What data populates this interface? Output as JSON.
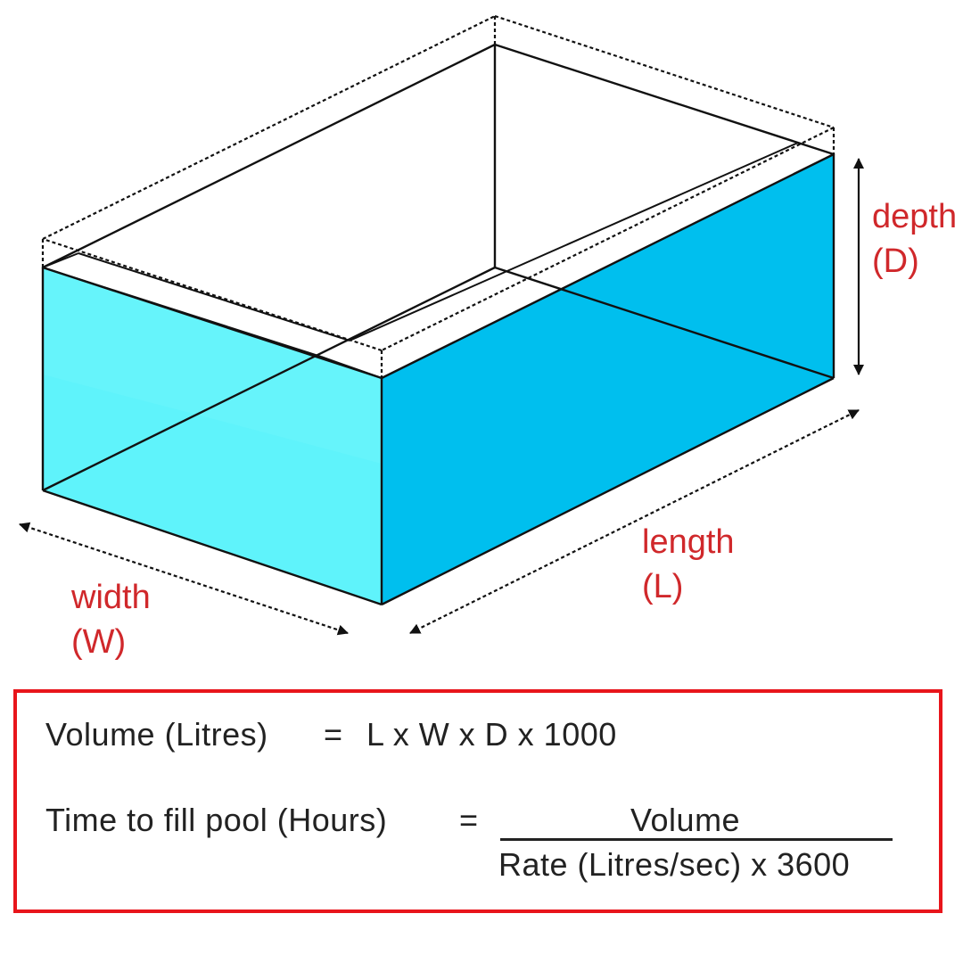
{
  "labels": {
    "depth": "depth",
    "depth_symbol": "(D)",
    "length": "length",
    "length_symbol": "(L)",
    "width": "width",
    "width_symbol": "(W)"
  },
  "formulas": {
    "volume_lhs": "Volume (Litres)",
    "volume_eq": "=",
    "volume_rhs": "L x W x D x 1000",
    "time_lhs": "Time to fill pool (Hours)",
    "time_eq": "=",
    "time_numerator": "Volume",
    "time_denominator": "Rate (Litres/sec) x 3600"
  },
  "colors": {
    "water_front": "#00bfee",
    "water_side": "#5ff3fb",
    "label_red": "#d0282b",
    "box_border": "#e8151b",
    "line": "#111111"
  }
}
